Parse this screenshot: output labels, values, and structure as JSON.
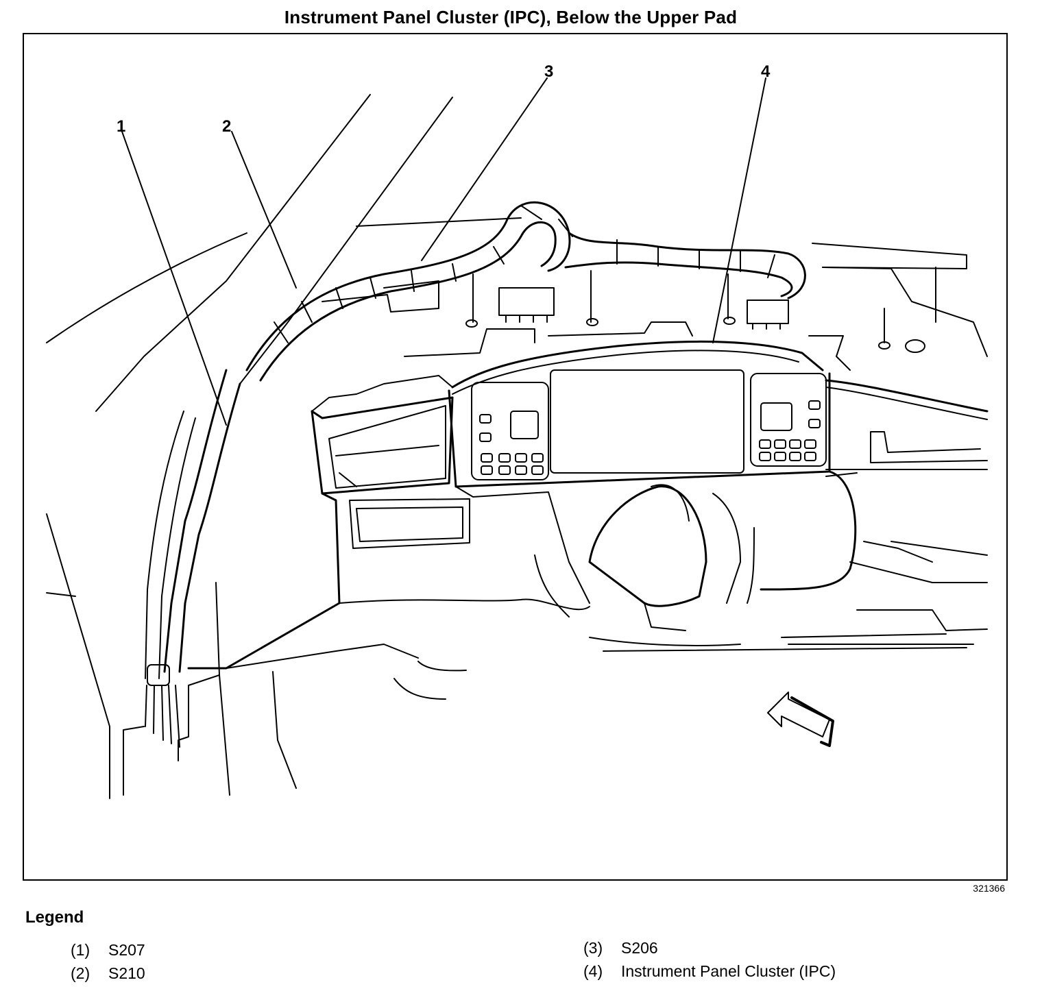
{
  "title": "Instrument Panel Cluster (IPC), Below the Upper Pad",
  "figure_id": "321366",
  "callouts": [
    "1",
    "2",
    "3",
    "4"
  ],
  "legend": {
    "heading": "Legend",
    "items": [
      {
        "num": "(1)",
        "label": "S207"
      },
      {
        "num": "(2)",
        "label": "S210"
      },
      {
        "num": "(3)",
        "label": "S206"
      },
      {
        "num": "(4)",
        "label": "Instrument Panel Cluster (IPC)"
      }
    ]
  }
}
